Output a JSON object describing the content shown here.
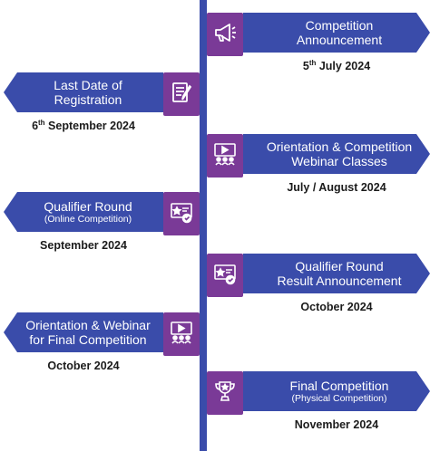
{
  "colors": {
    "accent_blue": "#3a4caa",
    "accent_purple": "#7a3a97",
    "text_dark": "#1b1b1b"
  },
  "events": [
    {
      "side": "right",
      "line1": "Competition",
      "line2": "Announcement",
      "sub": "",
      "date_pre": "5",
      "date_sup": "th",
      "date_post": " July 2024",
      "icon": "megaphone-icon"
    },
    {
      "side": "left",
      "line1": "Last Date of",
      "line2": "Registration",
      "sub": "",
      "date_pre": "6",
      "date_sup": "th",
      "date_post": " September 2024",
      "icon": "form-clipboard-icon"
    },
    {
      "side": "right",
      "line1": "Orientation & Competition",
      "line2": "Webinar Classes",
      "sub": "",
      "date_pre": "July / August 2024",
      "date_sup": "",
      "date_post": "",
      "icon": "webinar-presentation-icon"
    },
    {
      "side": "left",
      "line1": "Qualifier Round",
      "line2": "",
      "sub": "(Online Competition)",
      "date_pre": "September 2024",
      "date_sup": "",
      "date_post": "",
      "icon": "certificate-badge-icon"
    },
    {
      "side": "right",
      "line1": "Qualifier Round",
      "line2": "Result Announcement",
      "sub": "",
      "date_pre": "October 2024",
      "date_sup": "",
      "date_post": "",
      "icon": "certificate-badge-icon"
    },
    {
      "side": "left",
      "line1": "Orientation & Webinar",
      "line2": "for Final Competition",
      "sub": "",
      "date_pre": "October 2024",
      "date_sup": "",
      "date_post": "",
      "icon": "webinar-presentation-icon"
    },
    {
      "side": "right",
      "line1": "Final Competition",
      "line2": "",
      "sub": "(Physical Competition)",
      "date_pre": "November 2024",
      "date_sup": "",
      "date_post": "",
      "icon": "trophy-icon"
    }
  ]
}
